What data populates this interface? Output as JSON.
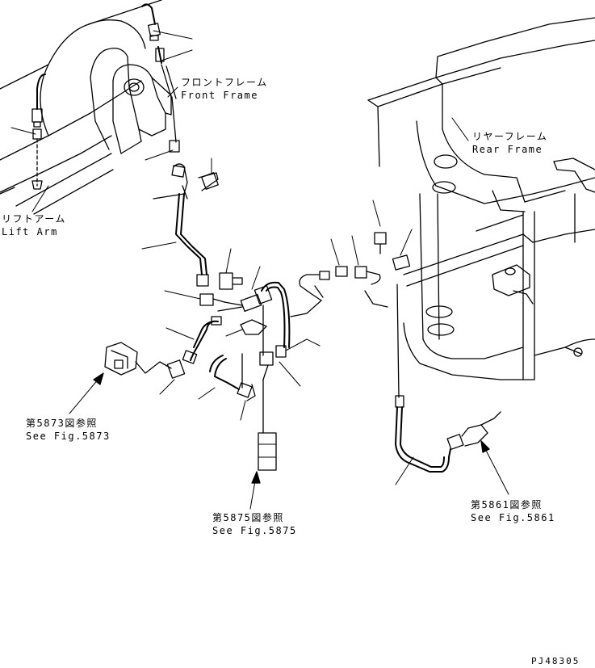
{
  "labels": {
    "front_frame_jp": "フロントフレーム",
    "front_frame_en": "Front Frame",
    "rear_frame_jp": "リヤーフレーム",
    "rear_frame_en": "Rear Frame",
    "lift_arm_jp": "リフトアーム",
    "lift_arm_en": "Lift Arm",
    "fig5873_jp": "第5873図参照",
    "fig5873_en": "See Fig.5873",
    "fig5875_jp": "第5875図参照",
    "fig5875_en": "See Fig.5875",
    "fig5861_jp": "第5861図参照",
    "fig5861_en": "See Fig.5861",
    "drawing_code": "PJ48305"
  },
  "colors": {
    "line": "#000000",
    "background": "#ffffff"
  }
}
